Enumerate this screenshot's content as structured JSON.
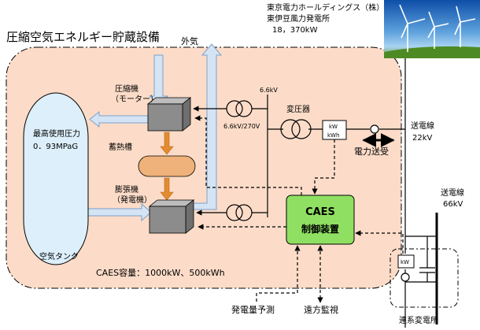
{
  "title": "圧縮空気エネルギー貯蔵設備",
  "outside_air": "外気",
  "windfarm": {
    "owner": "東京電力ホールディングス（株）",
    "name": "東伊豆風力発電所",
    "capacity": "18，370kW"
  },
  "tank": {
    "pressure_label": "最高使用圧力",
    "pressure_value": "0．93MPaG",
    "name": "空気タンク"
  },
  "compressor": {
    "line1": "圧縮機",
    "line2": "（モーター）"
  },
  "heat_storage": "蓄熱槽",
  "expander": {
    "line1": "膨張機",
    "line2": "（発電機）"
  },
  "voltage_66kv_small": "6.6kV",
  "transformer_ratio": "6.6kV/270V",
  "transformer_label": "変圧器",
  "meter": {
    "kw": "kW",
    "kwh": "kWh"
  },
  "power_trade": "電力送受",
  "line_22kv": {
    "label": "送電線",
    "voltage": "22kV"
  },
  "line_66kv": {
    "label": "送電線",
    "voltage": "66kV"
  },
  "controller": {
    "line1": "CAES",
    "line2": "制御装置"
  },
  "capacity_note": "CAES容量：1000kW、500kWh",
  "forecast": "発電量予測",
  "remote": "遠方監視",
  "substation": {
    "meter": "kW",
    "name": "連系変電所"
  },
  "colors": {
    "facility_bg": "#FCDCC8",
    "tank_fill": "#DCEFFB",
    "pipe_fill": "#D4E4F4",
    "pipe_stroke": "#7BA0CC",
    "heat_fill": "#EFB27A",
    "controller_fill": "#8FE062",
    "box_front": "#8C8C8C",
    "box_top": "#BDBDBD",
    "box_side": "#6F6F6F"
  }
}
